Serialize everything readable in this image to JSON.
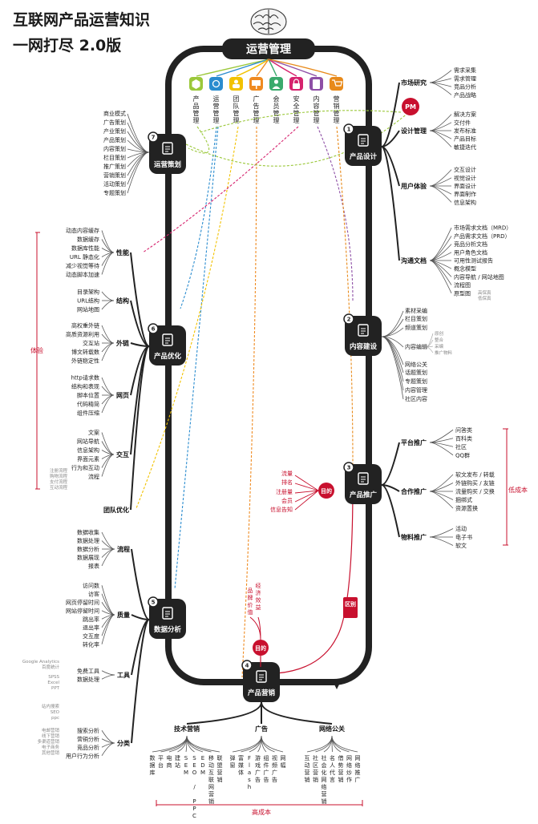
{
  "title": {
    "line1": "互联网产品运营知识",
    "line2": "一网打尽  2.0版"
  },
  "center_title": "运营管理",
  "categories": [
    {
      "label": "产品管理",
      "color": "#9bc83a"
    },
    {
      "label": "运营管理",
      "color": "#2a8ccf"
    },
    {
      "label": "团队管理",
      "color": "#f2c200"
    },
    {
      "label": "广告管理",
      "color": "#ef8a20"
    },
    {
      "label": "会员管理",
      "color": "#3aaa6c"
    },
    {
      "label": "安全管理",
      "color": "#d6246e"
    },
    {
      "label": "内容管理",
      "color": "#8e4fa6"
    },
    {
      "label": "营销管理",
      "color": "#e88a1a"
    }
  ],
  "nodes": {
    "n1": {
      "num": "1",
      "label": "产品设计"
    },
    "n2": {
      "num": "2",
      "label": "内容建设"
    },
    "n3": {
      "num": "3",
      "label": "产品推广"
    },
    "n4": {
      "num": "4",
      "label": "产品营销"
    },
    "n5": {
      "num": "5",
      "label": "数据分析"
    },
    "n6": {
      "num": "6",
      "label": "产品优化"
    },
    "n7": {
      "num": "7",
      "label": "运营策划"
    }
  },
  "pm": "PM",
  "n1_groups": [
    {
      "label": "市场研究",
      "items": [
        "需求采集",
        "需求管理",
        "竞品分析",
        "产品战略"
      ]
    },
    {
      "label": "设计管理",
      "items": [
        "解决方案",
        "交付件",
        "发布标准",
        "产品目标",
        "敏捷迭代"
      ]
    },
    {
      "label": "用户体验",
      "items": [
        "交互设计",
        "视觉设计",
        "界面设计",
        "界面制作",
        "信息架构"
      ]
    },
    {
      "label": "沟通文档",
      "items": [
        "市场需求文档（MRD）",
        "产品需求文档（PRD）",
        "竞品分析文档",
        "用户角色文档",
        "可用性测试报告",
        "概念模型",
        "内容导航 / 网站地图",
        "流程图",
        "原型图"
      ]
    }
  ],
  "n1_proto_note": [
    "高保真",
    "低保真"
  ],
  "n2_items": [
    "素材采编",
    "栏目策划",
    "频道策划",
    "内容编辑",
    "网络公关",
    "话题策划",
    "专题策划",
    "内容管理",
    "社区内容"
  ],
  "n2_edit_notes": [
    "原创",
    "整合",
    "采编",
    "推广物料"
  ],
  "n3_groups": [
    {
      "label": "平台推广",
      "items": [
        "问答类",
        "百科类",
        "社区",
        "QQ群"
      ]
    },
    {
      "label": "合作推广",
      "items": [
        "软文发布 / 转载",
        "外链购买 / 友链",
        "流量购买 / 交换",
        "捆绑式",
        "资源置换"
      ]
    },
    {
      "label": "物料推广",
      "items": [
        "活动",
        "电子书",
        "软文"
      ]
    }
  ],
  "low_cost": "低成本",
  "n3_goal": {
    "label": "目的",
    "items": [
      "流量",
      "排名",
      "注册量",
      "会员",
      "信息告知"
    ]
  },
  "n4_goal": {
    "label": "目的",
    "items": [
      "经济效益",
      "品牌价值"
    ]
  },
  "distinction": "区别",
  "n4_groups": [
    {
      "label": "技术营销",
      "items": [
        "数据库",
        "平台",
        "电商",
        "建站",
        "SEM",
        "SEO / PPC",
        "EDM",
        "移动互联网营销",
        "联盟营销"
      ]
    },
    {
      "label": "广告",
      "items": [
        "弹窗",
        "富媒体",
        "Flash",
        "游戏广告",
        "组件广告",
        "视频广告",
        "网幅"
      ]
    },
    {
      "label": "网络公关",
      "items": [
        "互动营销",
        "社区营销",
        "社会化网络营销",
        "名人代言",
        "借势营销",
        "网络炒作",
        "网络推广"
      ]
    }
  ],
  "high_cost": "高成本",
  "n5_groups": [
    {
      "label": "流程",
      "items": [
        "数据收集",
        "数据处理",
        "数据分析",
        "数据展现",
        "报表"
      ]
    },
    {
      "label": "质量",
      "items": [
        "访问数",
        "访客",
        "网页停留时间",
        "网站停留时间",
        "跳出率",
        "退出率",
        "交互度",
        "转化率"
      ]
    },
    {
      "label": "工具",
      "items": [
        "免费工具",
        "数据处理"
      ]
    },
    {
      "label": "分类",
      "items": [
        "搜索分析",
        "营销分析",
        "竞品分析",
        "用户行为分析"
      ]
    }
  ],
  "n5_tool_notes": {
    "free": [
      "Google Analytics",
      "百度统计"
    ],
    "proc": [
      "SPSS",
      "Excel",
      "PPT"
    ],
    "search": [
      "站内搜索",
      "SEO",
      "ppc"
    ],
    "market": [
      "电邮营销",
      "线下营销",
      "多渠道营销",
      "电子商务",
      "其他营销"
    ]
  },
  "n6_groups": [
    {
      "label": "性能",
      "items": [
        "动态内容缓存",
        "数据缓存",
        "数据库性能",
        "URL 静态化",
        "减少视觉等待",
        "动态脚本加速"
      ]
    },
    {
      "label": "结构",
      "items": [
        "目录架构",
        "URL结构",
        "网站地图"
      ]
    },
    {
      "label": "外链",
      "items": [
        "高权重外链",
        "高质资源利用",
        "交互站",
        "博文转载数",
        "外链稳定性"
      ]
    },
    {
      "label": "网页",
      "items": [
        "http请求数",
        "结构和表现",
        "脚本位置",
        "代码精简",
        "组件压缩"
      ]
    },
    {
      "label": "交互",
      "items": [
        "文案",
        "网站导航",
        "信息架构",
        "界面元素",
        "行为和互动",
        "流程"
      ]
    },
    {
      "label": "团队优化",
      "items": []
    }
  ],
  "n6_flow_notes": [
    "注册流程",
    "购物流程",
    "支付流程",
    "互动流程"
  ],
  "experience": "体验",
  "n7_items": [
    "商业模式",
    "广告策划",
    "产业策划",
    "产品策划",
    "内容策划",
    "栏目策划",
    "推广策划",
    "营销策划",
    "活动策划",
    "专题策划"
  ]
}
